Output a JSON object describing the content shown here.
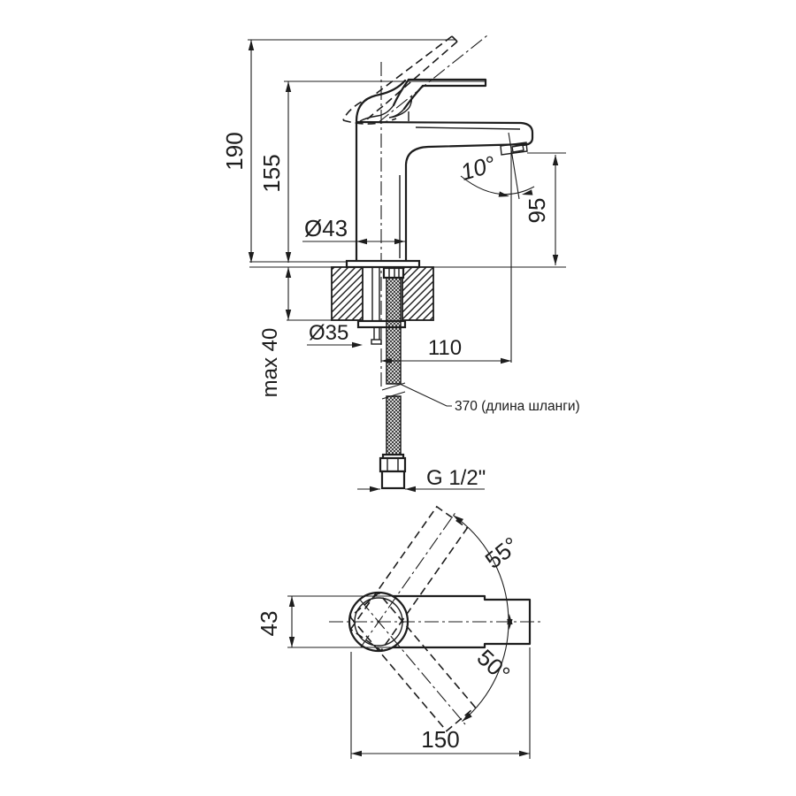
{
  "drawing": {
    "kind": "technical dimensional drawing",
    "subject": "single-lever basin mixer faucet, side elevation and top view",
    "dims": {
      "total_height": "190",
      "body_height": "155",
      "deck_max": "max 40",
      "body_dia": "Ø43",
      "spout_tilt": "10°",
      "outlet_height": "95",
      "reach": "110",
      "hole_dia": "Ø35",
      "hose_note": "370 (длина шланги)",
      "thread": "G 1/2\"",
      "swing_up": "55°",
      "swing_down": "50°",
      "body_width": "43",
      "length": "150"
    },
    "colors": {
      "line": "#1d1d1d",
      "background": "#ffffff"
    }
  }
}
